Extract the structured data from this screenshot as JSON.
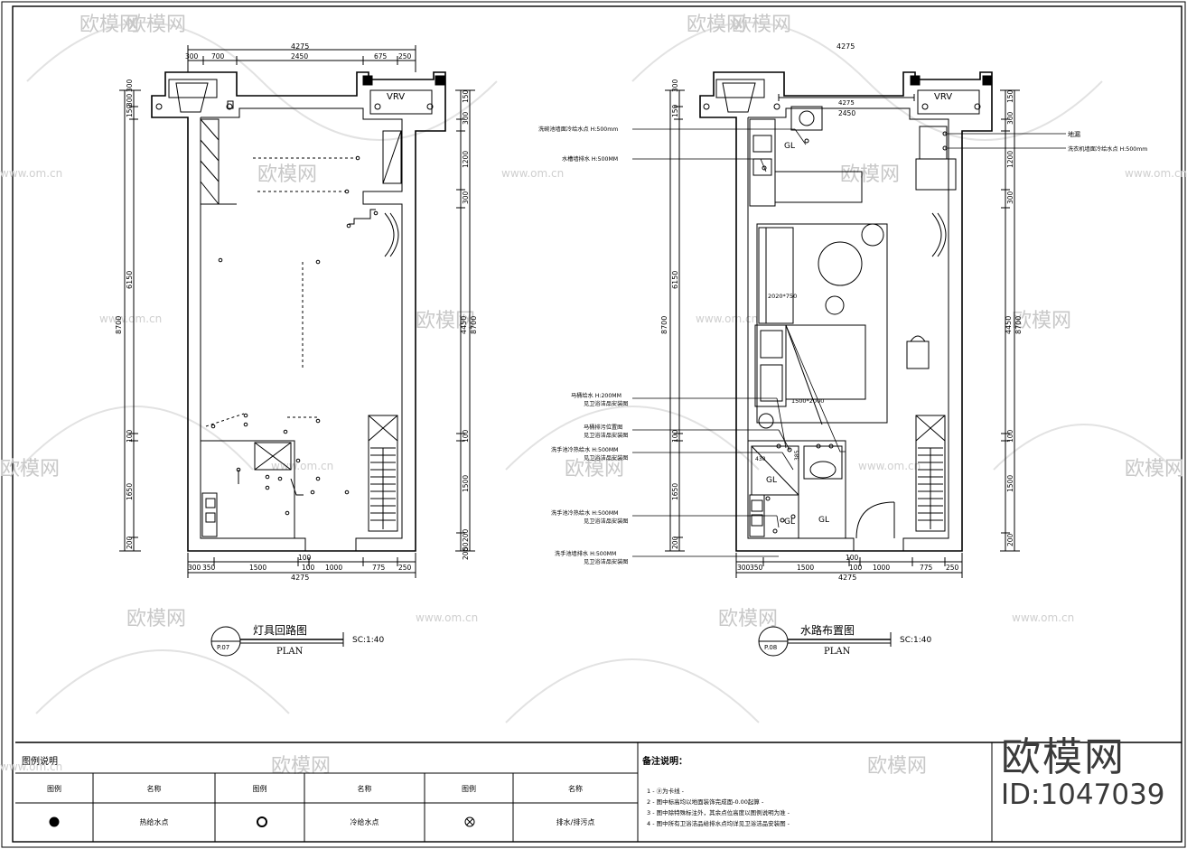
{
  "watermark": {
    "logo": "欧模网",
    "url": "www.om.cn"
  },
  "plan_left": {
    "title": "灯具回路图",
    "subtitle": "PLAN",
    "scale": "SC:1:40",
    "drawing_no": "P.07",
    "dims_top": {
      "total": "4275",
      "d1": "300",
      "d2": "700",
      "d3": "2450",
      "d4": "675",
      "d5": "250"
    },
    "dims_bottom": {
      "total": "4275",
      "d1": "300",
      "d2": "350",
      "d3": "1500",
      "d4": "100",
      "d5": "1000",
      "d6": "775",
      "d7": "250",
      "d8": "100"
    },
    "dims_left": {
      "total": "8700",
      "d1": "300",
      "d2": "150",
      "d3": "300",
      "d4": "6150",
      "d5": "100",
      "d6": "1650",
      "d7": "200"
    },
    "dims_right": {
      "total": "8700",
      "d1": "150",
      "d2": "300",
      "d3": "1200",
      "d4": "300",
      "d5": "4450",
      "d6": "100",
      "d7": "1500",
      "d8": "200",
      "d9": "50",
      "d10": "200"
    },
    "vrv": "VRV"
  },
  "plan_right": {
    "title": "水路布置图",
    "subtitle": "PLAN",
    "scale": "SC:1:40",
    "drawing_no": "P.08",
    "vrv": "VRV",
    "inner_dims": {
      "a": "4275",
      "b": "2450",
      "c": "2020*750",
      "d": "1500*2000",
      "e": "430",
      "f": "385"
    },
    "annotations_left": [
      "洗碗池墙面冷给水点 H:500mm",
      "水槽墙排水 H:500MM",
      "马桶给水 H:200MM",
      "见卫浴洁品安装图",
      "马桶排污位置图",
      "见卫浴洁品安装图",
      "洗手池冷热给水 H:500MM",
      "见卫浴洁品安装图",
      "洗手池冷热给水 H:500MM",
      "见卫浴洁品安装图",
      "洗手池墙排水 H:500MM",
      "见卫浴洁品安装图"
    ],
    "annotations_right": [
      "地漏",
      "洗衣机墙面冷给水点 H:500mm"
    ]
  },
  "legend": {
    "title": "图例说明",
    "headers": [
      "图例",
      "名称",
      "图例",
      "名称",
      "图例",
      "名称"
    ],
    "items": [
      "热给水点",
      "冷给水点",
      "排水/排污点"
    ]
  },
  "notes": {
    "title": "备注说明：",
    "lines": [
      "1 - ⓟ为卡线 -",
      "2 - 图中标高均以地面装饰完成面-0.00起算 -",
      "3 - 图中除特殊标注外，其余点位高度以图例说明为准 -",
      "4 - 图中所有卫浴洁品给排水点均详见卫浴洁品安装图 -"
    ]
  },
  "brand": {
    "name": "欧模网",
    "id": "ID:1047039"
  }
}
